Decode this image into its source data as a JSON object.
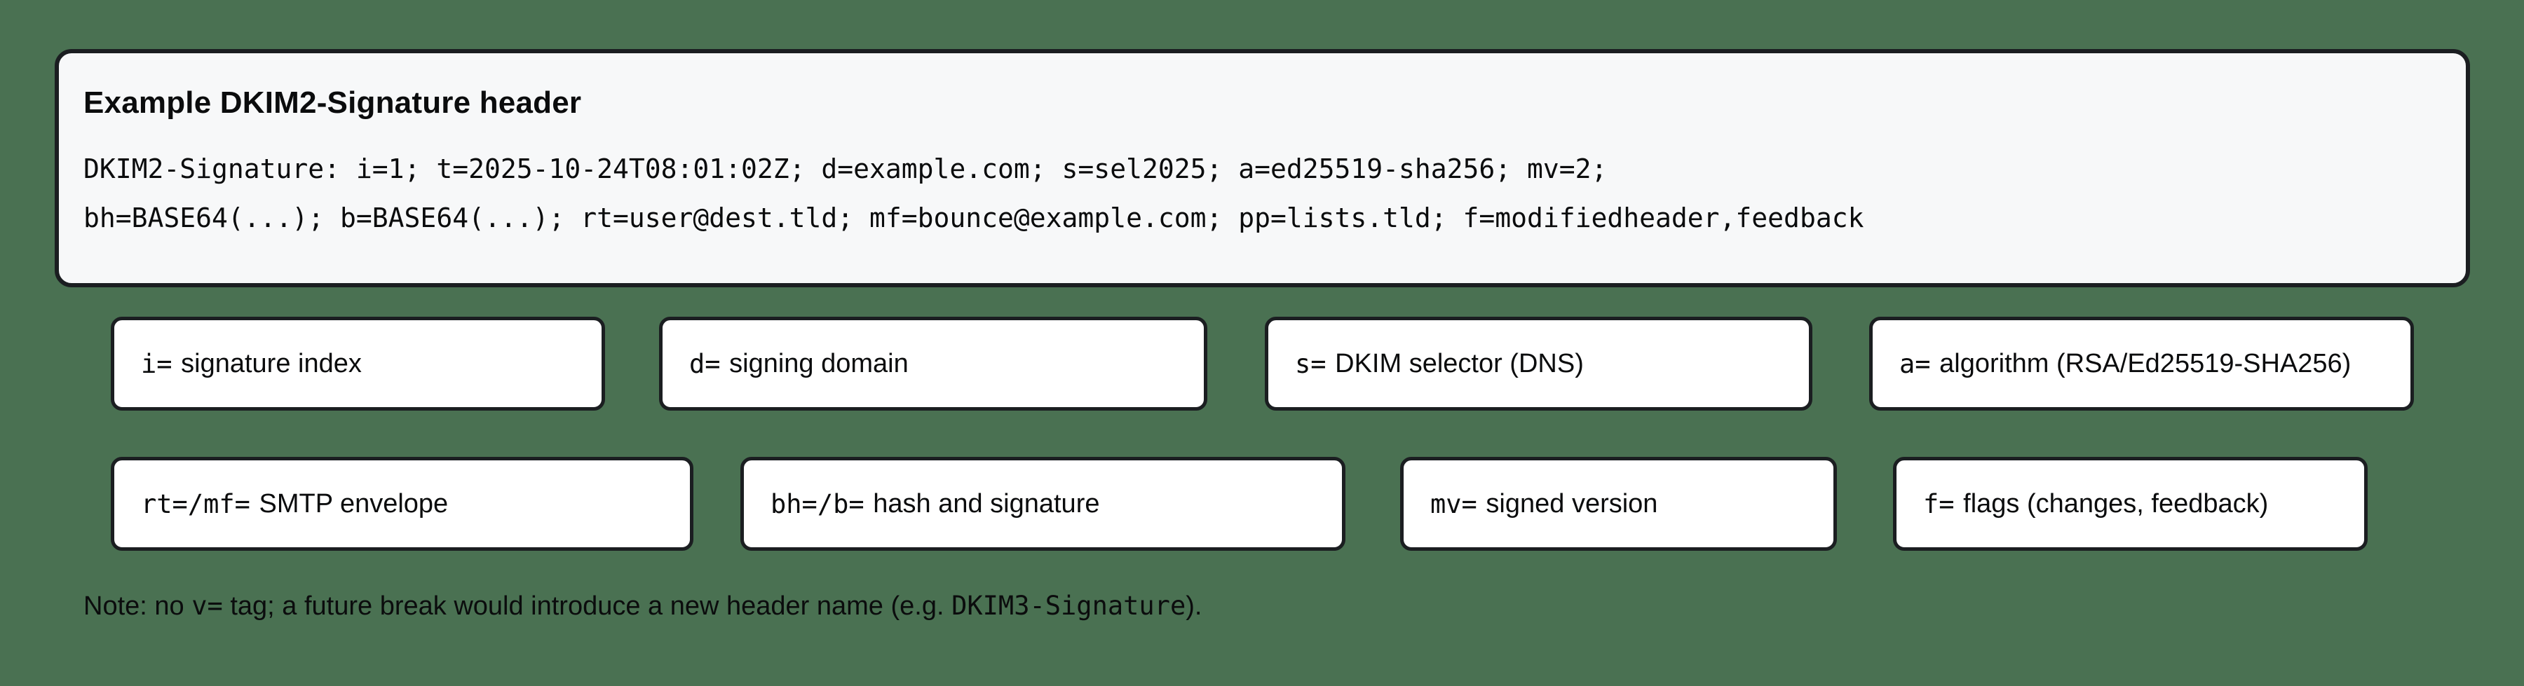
{
  "colors": {
    "background": "#4a7152",
    "card_bg": "#f7f8f9",
    "box_bg": "#ffffff",
    "border": "#1b1e21",
    "text": "#0b0c0d"
  },
  "card": {
    "title": "Example DKIM2-Signature header",
    "code_lines": [
      "DKIM2-Signature: i=1; t=2025-10-24T08:01:02Z; d=example.com; s=sel2025; a=ed25519-sha256; mv=2;",
      "bh=BASE64(...); b=BASE64(...); rt=user@dest.tld; mf=bounce@example.com; pp=lists.tld; f=modifiedheader,feedback"
    ]
  },
  "tag_boxes": [
    {
      "tag": "i=",
      "label": "signature index"
    },
    {
      "tag": "d=",
      "label": "signing domain"
    },
    {
      "tag": "s=",
      "label": "DKIM selector (DNS)"
    },
    {
      "tag": "a=",
      "label": "algorithm (RSA/Ed25519-SHA256)"
    },
    {
      "tag": "rt=/mf=",
      "label": "SMTP envelope"
    },
    {
      "tag": "bh=/b=",
      "label": "hash and signature"
    },
    {
      "tag": "mv=",
      "label": "signed version"
    },
    {
      "tag": "f=",
      "label": "flags (changes, feedback)"
    }
  ],
  "note": {
    "segments": [
      {
        "text": "Note: no ",
        "mono": false
      },
      {
        "text": "v=",
        "mono": true
      },
      {
        "text": " tag; a future break would introduce a new header name (e.g. ",
        "mono": false
      },
      {
        "text": "DKIM3-Signature",
        "mono": true
      },
      {
        "text": ").",
        "mono": false
      }
    ]
  }
}
